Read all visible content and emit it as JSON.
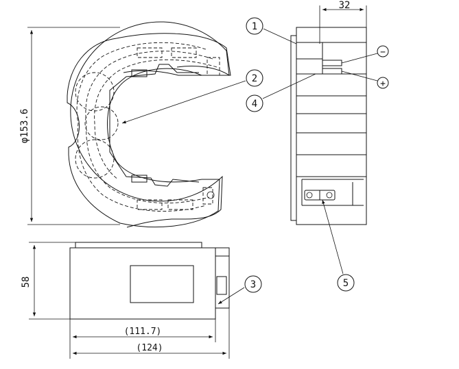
{
  "dimensions": {
    "diameter": "φ153.6",
    "depth_side": "32",
    "height": "58",
    "inner_width": "(111.7)",
    "outer_width": "(124)"
  },
  "callouts": [
    "1",
    "2",
    "3",
    "4",
    "5"
  ],
  "terminals": {
    "minus": "−",
    "plus": "+"
  }
}
